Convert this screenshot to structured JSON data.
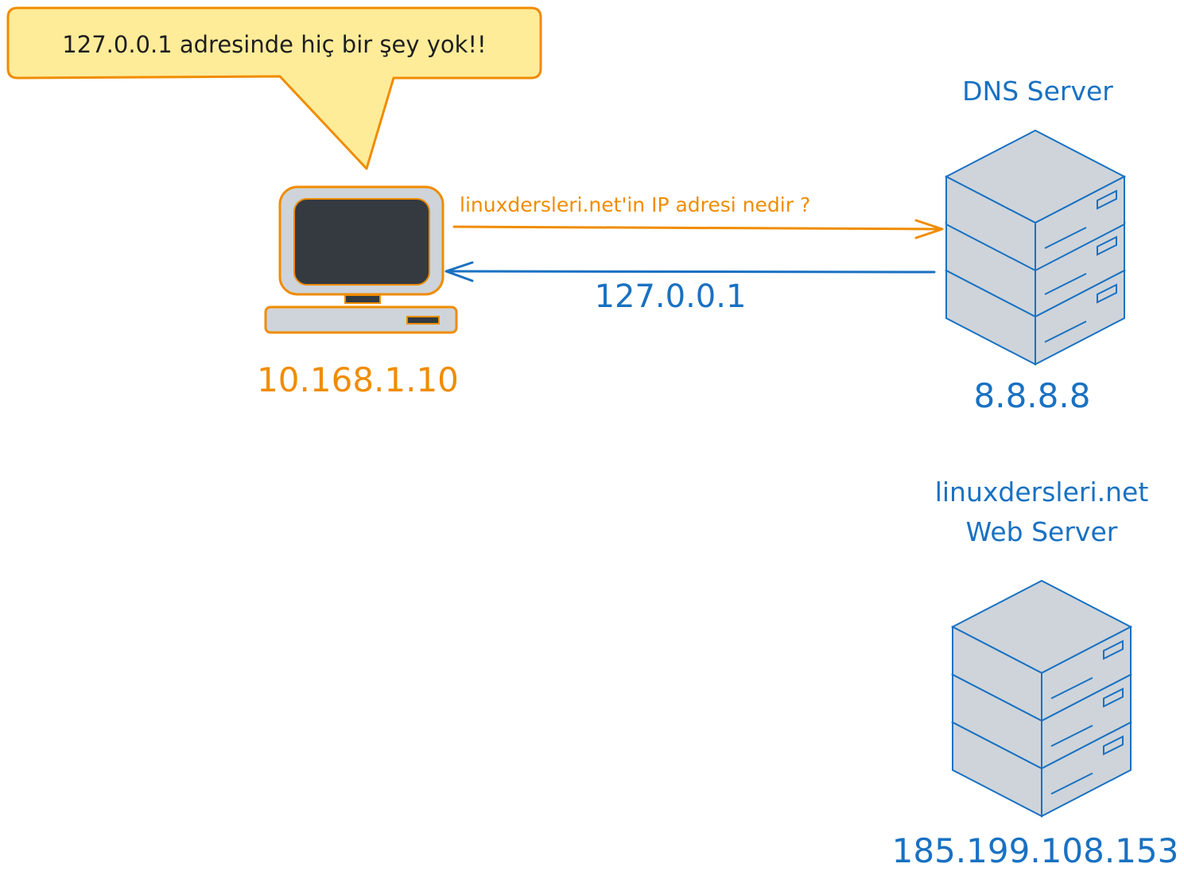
{
  "colors": {
    "orange": "#f08c00",
    "blue": "#1971c2",
    "bubble_fill": "#ffec99",
    "screen": "#343a40",
    "device_gray": "#ced4da"
  },
  "bubble": {
    "text": "127.0.0.1 adresinde hiç bir şey yok!!"
  },
  "client": {
    "ip": "10.168.1.10",
    "icon": "computer-icon"
  },
  "request": {
    "label": "linuxdersleri.net'in IP adresi nedir ?"
  },
  "response": {
    "label": "127.0.0.1"
  },
  "dns_server": {
    "title": "DNS Server",
    "ip": "8.8.8.8",
    "icon": "server-stack-icon"
  },
  "web_server": {
    "title_line1": "linuxdersleri.net",
    "title_line2": "Web Server",
    "ip": "185.199.108.153",
    "icon": "server-stack-icon"
  }
}
